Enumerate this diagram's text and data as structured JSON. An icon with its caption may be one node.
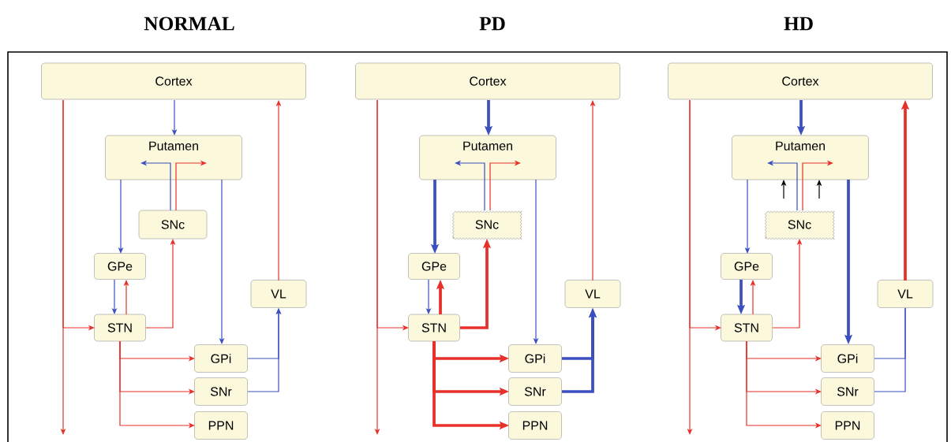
{
  "diagram": {
    "nodes": [
      {
        "text": [
          "Cortex"
        ]
      },
      {
        "text": [
          "Putamen"
        ]
      },
      {
        "text": [
          "SNc"
        ]
      },
      {
        "text": [
          "GPe"
        ]
      },
      {
        "text": [
          "STN"
        ]
      },
      {
        "text": [
          "GPi"
        ]
      },
      {
        "text": [
          "SNr"
        ]
      },
      {
        "text": [
          "PPN"
        ]
      },
      {
        "text": [
          "VL"
        ]
      },
      {
        "text": [
          "Cortex"
        ]
      },
      {
        "text": [
          "Putamen"
        ]
      },
      {
        "text": [
          "SNc"
        ]
      },
      {
        "text": [
          "GPe"
        ]
      },
      {
        "text": [
          "STN"
        ]
      },
      {
        "text": [
          "GPi"
        ]
      },
      {
        "text": [
          "SNr"
        ]
      },
      {
        "text": [
          "PPN"
        ]
      },
      {
        "text": [
          "VL"
        ]
      },
      {
        "text": [
          "Cortex"
        ]
      },
      {
        "text": [
          "Putamen"
        ]
      },
      {
        "text": [
          "SNc"
        ]
      },
      {
        "text": [
          "GPe"
        ]
      },
      {
        "text": [
          "STN"
        ]
      },
      {
        "text": [
          "GPi"
        ]
      },
      {
        "text": [
          "SNr"
        ]
      },
      {
        "text": [
          "PPN"
        ]
      },
      {
        "text": [
          "VL"
        ]
      }
    ],
    "edges": [
      {
        "from": 0,
        "to": 1,
        "arrow": "to",
        "color": "#3b4fc0"
      },
      {
        "from": 1,
        "to": 3,
        "arrow": "to",
        "color": "#3b4fc0"
      },
      {
        "from": 1,
        "to": 5,
        "arrow": "to",
        "color": "#3b4fc0"
      },
      {
        "from": 2,
        "to": 1,
        "arrow": "to",
        "color": "#3b4fc0"
      },
      {
        "from": 2,
        "to": 1,
        "arrow": "to"
      },
      {
        "from": 3,
        "to": 4,
        "arrow": "to",
        "color": "#3b4fc0"
      },
      {
        "from": 4,
        "to": 3,
        "arrow": "to"
      },
      {
        "from": 4,
        "to": 2,
        "arrow": "to"
      },
      {
        "from": 0,
        "to": 4,
        "arrow": "to"
      },
      {
        "from": 0,
        "to": null,
        "arrow": "to"
      },
      {
        "from": 4,
        "to": 5,
        "arrow": "to"
      },
      {
        "from": 4,
        "to": 6,
        "arrow": "to"
      },
      {
        "from": 4,
        "to": 7,
        "arrow": "to"
      },
      {
        "from": 5,
        "to": 8,
        "arrow": "to",
        "color": "#3b4fc0"
      },
      {
        "from": 6,
        "to": 8,
        "arrow": "to",
        "color": "#3b4fc0"
      },
      {
        "from": 8,
        "to": 0,
        "arrow": "to"
      },
      {
        "from": 9,
        "to": 10,
        "arrow": "to",
        "color": "#3b4fc0",
        "style": "thick"
      },
      {
        "from": 10,
        "to": 12,
        "arrow": "to",
        "color": "#3b4fc0",
        "style": "thick"
      },
      {
        "from": 10,
        "to": 14,
        "arrow": "to",
        "color": "#3b4fc0"
      },
      {
        "from": 11,
        "to": 10,
        "arrow": "to",
        "color": "#3b4fc0"
      },
      {
        "from": 11,
        "to": 10,
        "arrow": "to"
      },
      {
        "from": 12,
        "to": 13,
        "arrow": "to",
        "color": "#3b4fc0"
      },
      {
        "from": 13,
        "to": 12,
        "arrow": "to",
        "style": "thick"
      },
      {
        "from": 13,
        "to": 11,
        "arrow": "to",
        "style": "thick"
      },
      {
        "from": 9,
        "to": 13,
        "arrow": "to"
      },
      {
        "from": 9,
        "to": null,
        "arrow": "to"
      },
      {
        "from": 13,
        "to": 14,
        "arrow": "to",
        "style": "thick"
      },
      {
        "from": 13,
        "to": 15,
        "arrow": "to",
        "style": "thick"
      },
      {
        "from": 13,
        "to": 16,
        "arrow": "to",
        "style": "thick"
      },
      {
        "from": 14,
        "to": 17,
        "arrow": "to",
        "color": "#3b4fc0",
        "style": "thick"
      },
      {
        "from": 15,
        "to": 17,
        "arrow": "to",
        "color": "#3b4fc0",
        "style": "thick"
      },
      {
        "from": 17,
        "to": 9,
        "arrow": "to"
      },
      {
        "from": 18,
        "to": 19,
        "arrow": "to",
        "color": "#3b4fc0",
        "style": "thick"
      },
      {
        "from": 19,
        "to": 21,
        "arrow": "to",
        "color": "#3b4fc0"
      },
      {
        "from": 19,
        "to": 23,
        "arrow": "to",
        "color": "#3b4fc0",
        "style": "thick"
      },
      {
        "from": 20,
        "to": 19,
        "arrow": "to",
        "color": "#3b4fc0"
      },
      {
        "from": 20,
        "to": 19,
        "arrow": "to"
      },
      {
        "from": 21,
        "to": 22,
        "arrow": "to",
        "color": "#3b4fc0",
        "style": "thick"
      },
      {
        "from": 22,
        "to": 21,
        "arrow": "to"
      },
      {
        "from": 22,
        "to": 20,
        "arrow": "to"
      },
      {
        "from": 18,
        "to": 22,
        "arrow": "to"
      },
      {
        "from": 18,
        "to": null,
        "arrow": "to"
      },
      {
        "from": 22,
        "to": 23,
        "arrow": "to"
      },
      {
        "from": 22,
        "to": 24,
        "arrow": "to"
      },
      {
        "from": 22,
        "to": 25,
        "arrow": "to"
      },
      {
        "from": 23,
        "to": 26,
        "arrow": "none",
        "color": "#3b4fc0"
      },
      {
        "from": 24,
        "to": 26,
        "arrow": "none",
        "color": "#3b4fc0"
      },
      {
        "from": 26,
        "to": 18,
        "arrow": "to",
        "style": "thick"
      },
      {
        "from": null,
        "to": 19,
        "arrow": "to",
        "color": "#000000"
      },
      {
        "from": null,
        "to": 19,
        "arrow": "to",
        "color": "#000000"
      }
    ],
    "labels": [
      "NORMAL",
      "PD",
      "HD"
    ]
  }
}
